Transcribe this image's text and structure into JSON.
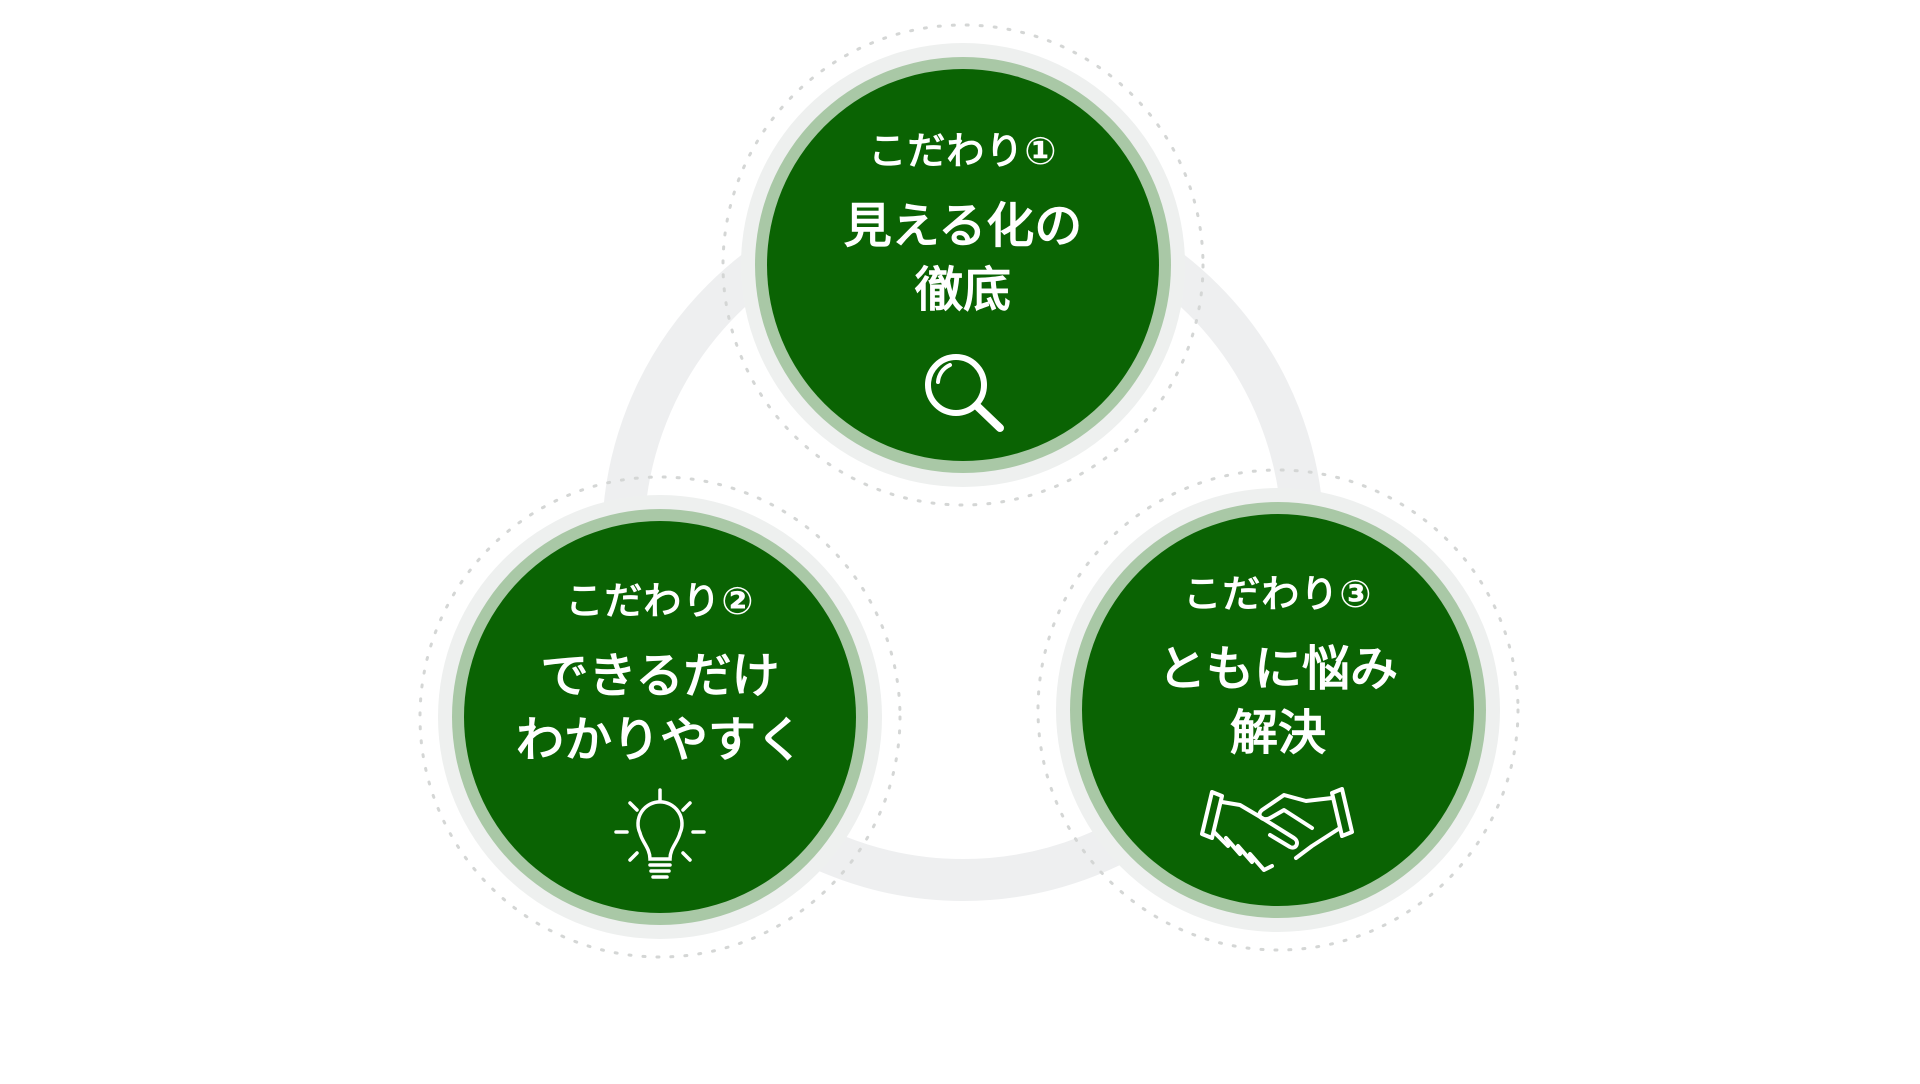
{
  "colors": {
    "circle_fill": "#0a6303",
    "circle_ring": "#a9c8a6",
    "halo": "#eef0ef",
    "connector": "#eeeff0",
    "dots": "#d4d6d5",
    "text": "#ffffff"
  },
  "items": [
    {
      "label": "こだわり①",
      "title_lines": [
        "見える化の",
        "徹底"
      ],
      "icon": "magnifier-icon"
    },
    {
      "label": "こだわり②",
      "title_lines": [
        "できるだけ",
        "わかりやすく"
      ],
      "icon": "lightbulb-icon"
    },
    {
      "label": "こだわり③",
      "title_lines": [
        "ともに悩み",
        "解決"
      ],
      "icon": "handshake-icon"
    }
  ]
}
